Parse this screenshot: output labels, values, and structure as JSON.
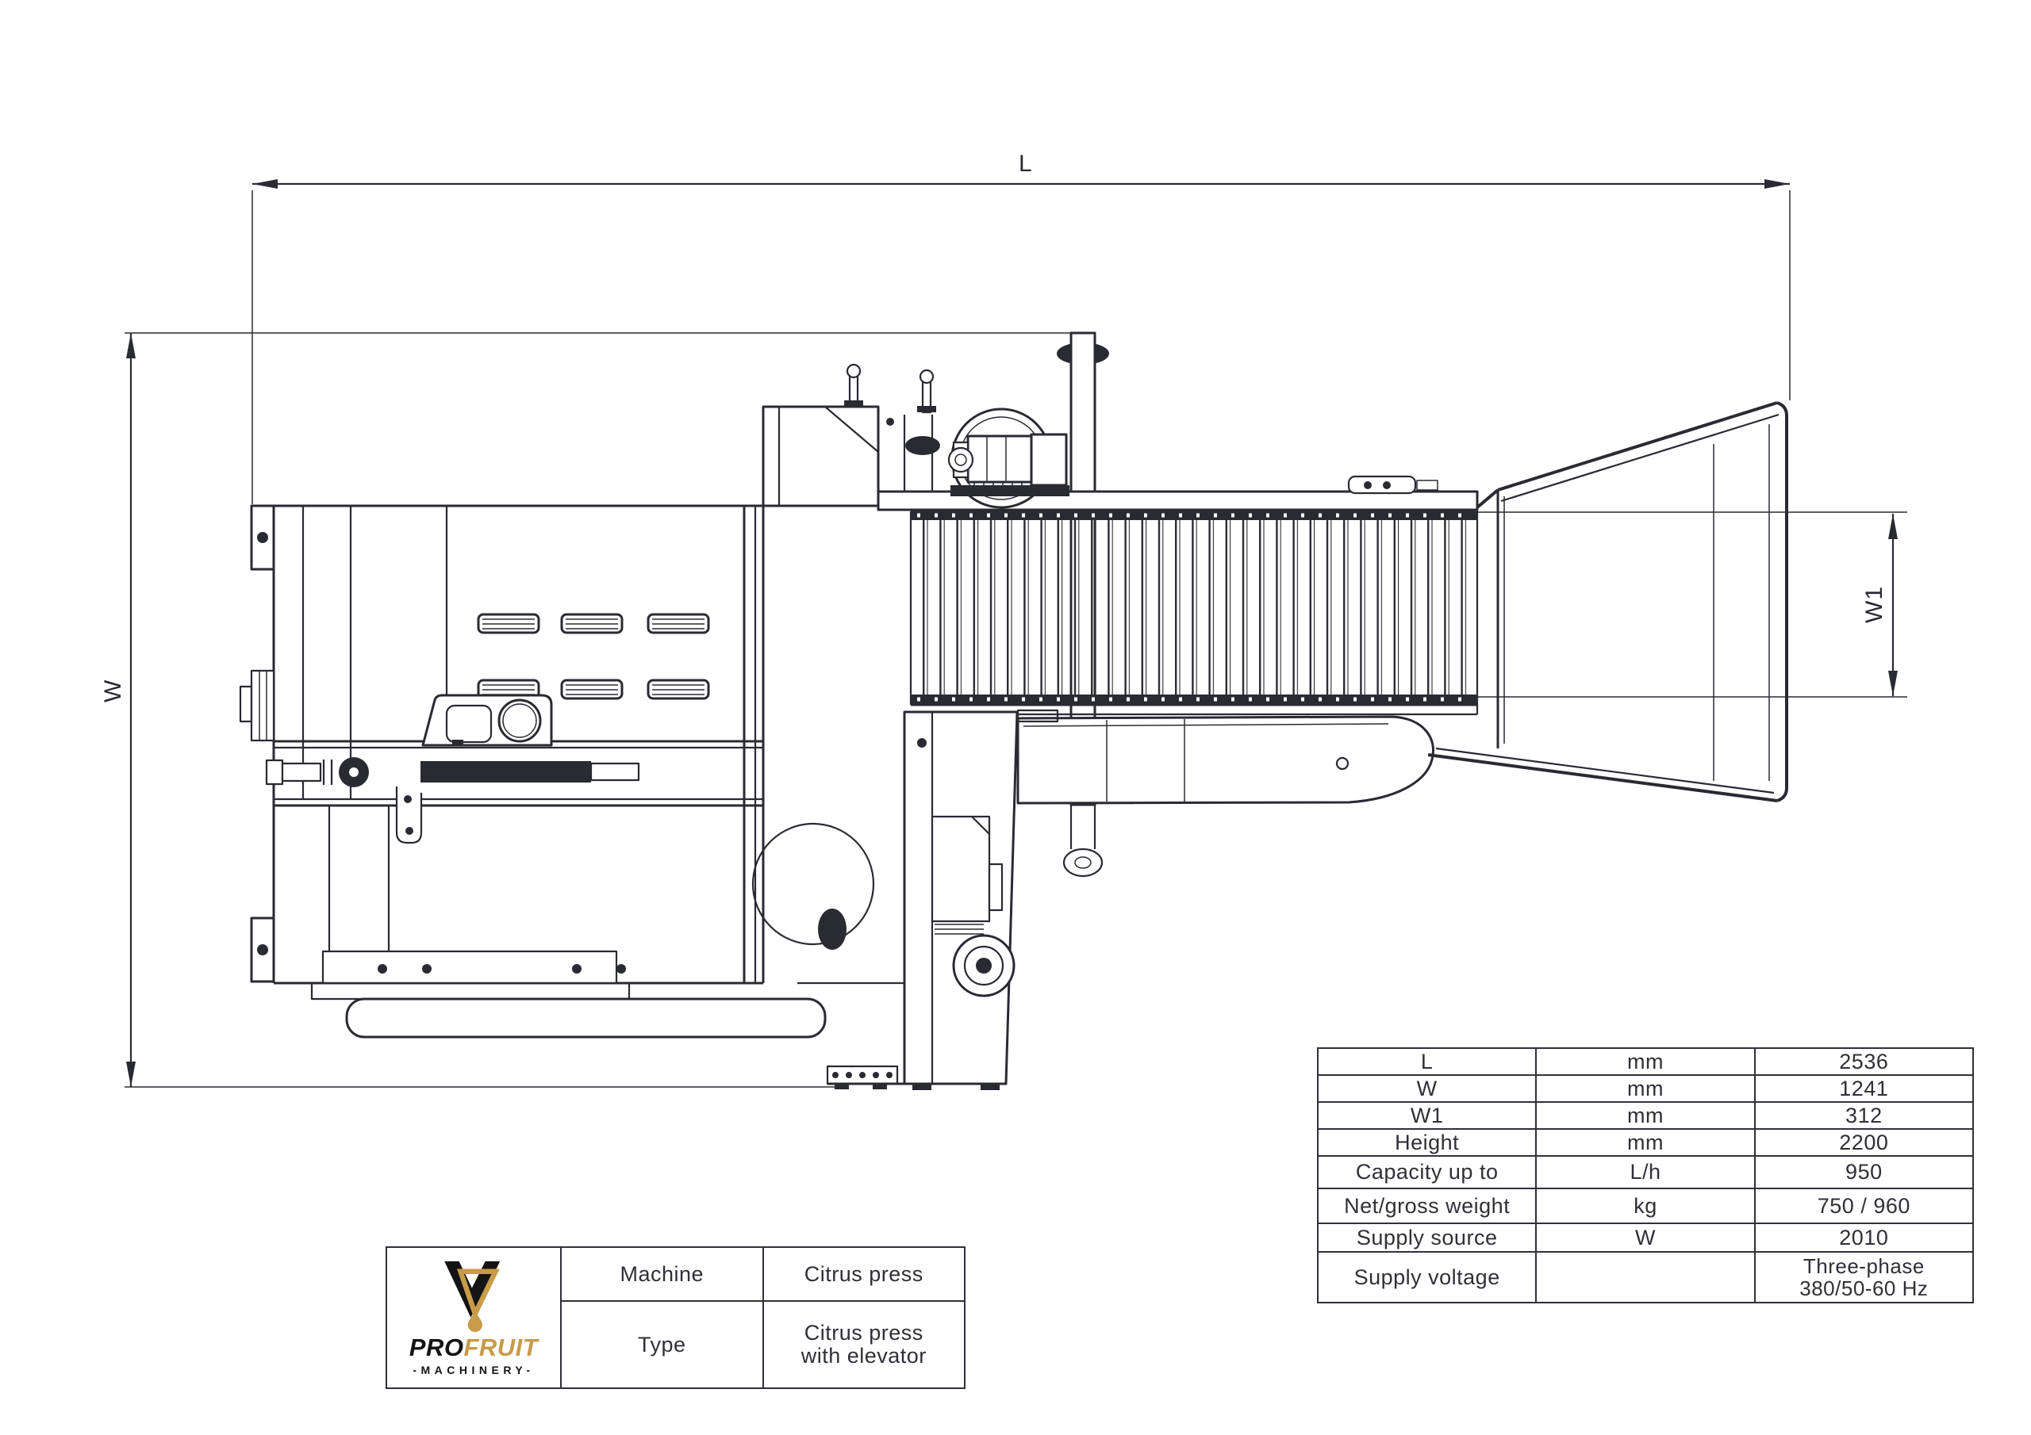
{
  "drawing": {
    "dimension_labels": {
      "length": "L",
      "width": "W",
      "width1": "W1"
    }
  },
  "spec_table": {
    "rows": [
      {
        "label": "L",
        "unit": "mm",
        "value": "2536"
      },
      {
        "label": "W",
        "unit": "mm",
        "value": "1241"
      },
      {
        "label": "W1",
        "unit": "mm",
        "value": "312"
      },
      {
        "label": "Height",
        "unit": "mm",
        "value": "2200"
      },
      {
        "label": "Capacity up to",
        "unit": "L/h",
        "value": "950"
      },
      {
        "label": "Net/gross weight",
        "unit": "kg",
        "value": "750 / 960"
      },
      {
        "label": "Supply source",
        "unit": "W",
        "value": "2010"
      },
      {
        "label": "Supply voltage",
        "unit": "",
        "value_line1": "Three-phase",
        "value_line2": "380/50-60 Hz"
      }
    ]
  },
  "info_table": {
    "rows": [
      {
        "label": "Machine",
        "value": "Citrus press"
      },
      {
        "label": "Type",
        "value": "Citrus press with elevator"
      }
    ]
  },
  "logo": {
    "name_pro": "PRO",
    "name_fruit": "FRUIT",
    "subtitle": "-MACHINERY-"
  },
  "colors": {
    "line": "#2a2a33",
    "gold": "#c89b4a",
    "black": "#141414"
  }
}
